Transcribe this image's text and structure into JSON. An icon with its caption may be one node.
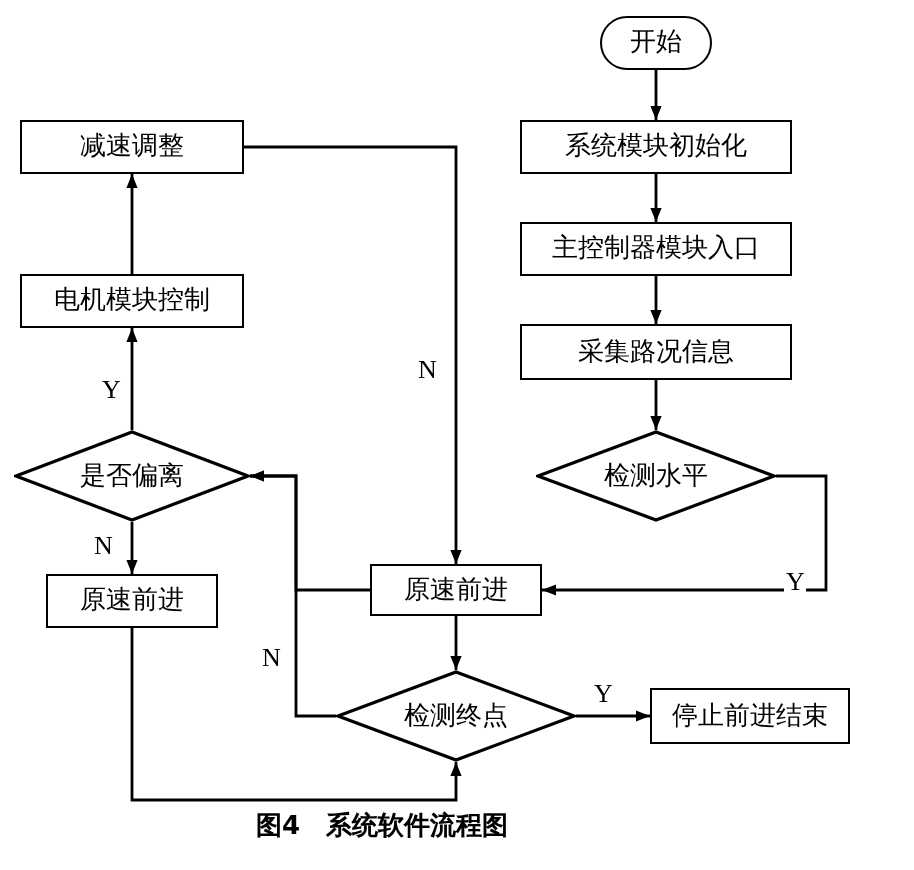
{
  "diagram": {
    "caption": "图4　系统软件流程图",
    "nodes": [
      {
        "text": [
          "开始"
        ]
      },
      {
        "text": [
          "系统模块初始化"
        ]
      },
      {
        "text": [
          "主控制器模块入口"
        ]
      },
      {
        "text": [
          "采集路况信息"
        ]
      },
      {
        "text": [
          "检测水平"
        ]
      },
      {
        "text": [
          "减速调整"
        ]
      },
      {
        "text": [
          "电机模块控制"
        ]
      },
      {
        "text": [
          "是否偏离"
        ]
      },
      {
        "text": [
          "原速前进"
        ]
      },
      {
        "text": [
          "原速前进"
        ]
      },
      {
        "text": [
          "检测终点"
        ]
      },
      {
        "text": [
          "停止前进结束"
        ]
      }
    ],
    "edges": [
      {
        "from": 0,
        "to": 1,
        "arrow": "to"
      },
      {
        "from": 1,
        "to": 2,
        "arrow": "to"
      },
      {
        "from": 2,
        "to": 3,
        "arrow": "to"
      },
      {
        "from": 3,
        "to": 4,
        "arrow": "to"
      },
      {
        "from": 4,
        "to": 9,
        "arrow": "to",
        "label": "Y"
      },
      {
        "from": 5,
        "to": 9,
        "arrow": "to",
        "label": "N"
      },
      {
        "from": 9,
        "to": 7,
        "arrow": "to"
      },
      {
        "from": 10,
        "to": 7,
        "arrow": "to",
        "label": "N"
      },
      {
        "from": 7,
        "to": 6,
        "arrow": "to",
        "label": "Y"
      },
      {
        "from": 6,
        "to": 5,
        "arrow": "to"
      },
      {
        "from": 7,
        "to": 8,
        "arrow": "to",
        "label": "N"
      },
      {
        "from": 8,
        "to": 10,
        "arrow": "to"
      },
      {
        "from": 9,
        "to": 10,
        "arrow": "to"
      },
      {
        "from": 10,
        "to": 11,
        "arrow": "to",
        "label": "Y"
      }
    ]
  }
}
